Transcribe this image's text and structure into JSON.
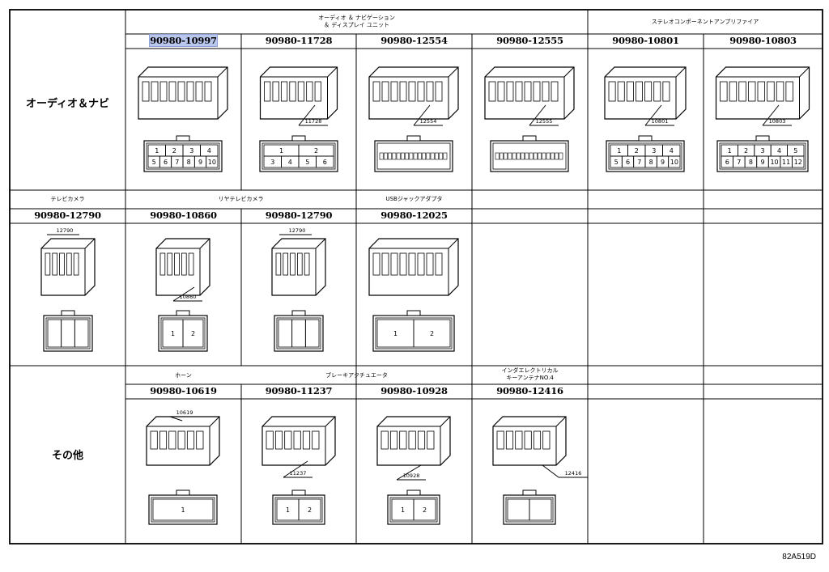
{
  "diagram_code": "82A519D",
  "rows": [
    {
      "side_label": "オーディオ＆ナビ",
      "groups": [
        {
          "label": "オーディオ ＆ ナビゲーション\n＆ ディスプレイ ユニット"
        },
        {
          "label": "ステレオコンポーネントアンプリファイア"
        }
      ],
      "parts": [
        {
          "number": "90980-10997",
          "selected": true,
          "callout": "",
          "pins_top": [
            "1",
            "2",
            "3",
            "4"
          ],
          "pins_bottom": [
            "5",
            "6",
            "7",
            "8",
            "9",
            "10"
          ]
        },
        {
          "number": "90980-11728",
          "callout": "11728",
          "pins_top": [
            "1",
            "2"
          ],
          "pins_bottom": [
            "3",
            "4",
            "5",
            "6"
          ]
        },
        {
          "number": "90980-12554",
          "callout": "12554",
          "pins_top": [],
          "pins_bottom": []
        },
        {
          "number": "90980-12555",
          "callout": "12555",
          "pins_top": [],
          "pins_bottom": []
        },
        {
          "number": "90980-10801",
          "callout": "10801",
          "pins_top": [
            "1",
            "2",
            "3",
            "4"
          ],
          "pins_bottom": [
            "5",
            "6",
            "7",
            "8",
            "9",
            "10"
          ]
        },
        {
          "number": "90980-10803",
          "callout": "10803",
          "pins_top": [
            "1",
            "2",
            "3",
            "4",
            "5"
          ],
          "pins_bottom": [
            "6",
            "7",
            "8",
            "9",
            "10",
            "11",
            "12"
          ]
        }
      ]
    },
    {
      "side_label": "テレビカメラ",
      "groups": [
        {
          "label": "リヤテレビカメラ"
        },
        {
          "label": "USBジャックアダプタ"
        }
      ],
      "parts": [
        {
          "number": "90980-12790",
          "callout": "12790"
        },
        {
          "number": "90980-10860",
          "callout": "10860",
          "pins": [
            "1",
            "2"
          ]
        },
        {
          "number": "90980-12790",
          "callout": "12790"
        },
        {
          "number": "90980-12025",
          "callout": "",
          "pins": [
            "1",
            "2"
          ]
        }
      ]
    },
    {
      "side_label": "その他",
      "groups": [
        {
          "label": "ホーン"
        },
        {
          "label": "ブレーキアクチュエータ"
        },
        {
          "label": "インダエレクトリカル\nキーアンテナNO.4"
        }
      ],
      "parts": [
        {
          "number": "90980-10619",
          "callout": "10619",
          "pins": [
            "1"
          ]
        },
        {
          "number": "90980-11237",
          "callout": "11237",
          "pins": [
            "1",
            "2"
          ]
        },
        {
          "number": "90980-10928",
          "callout": "10928",
          "pins": [
            "1",
            "2"
          ]
        },
        {
          "number": "90980-12416",
          "callout": "12416"
        }
      ]
    }
  ]
}
